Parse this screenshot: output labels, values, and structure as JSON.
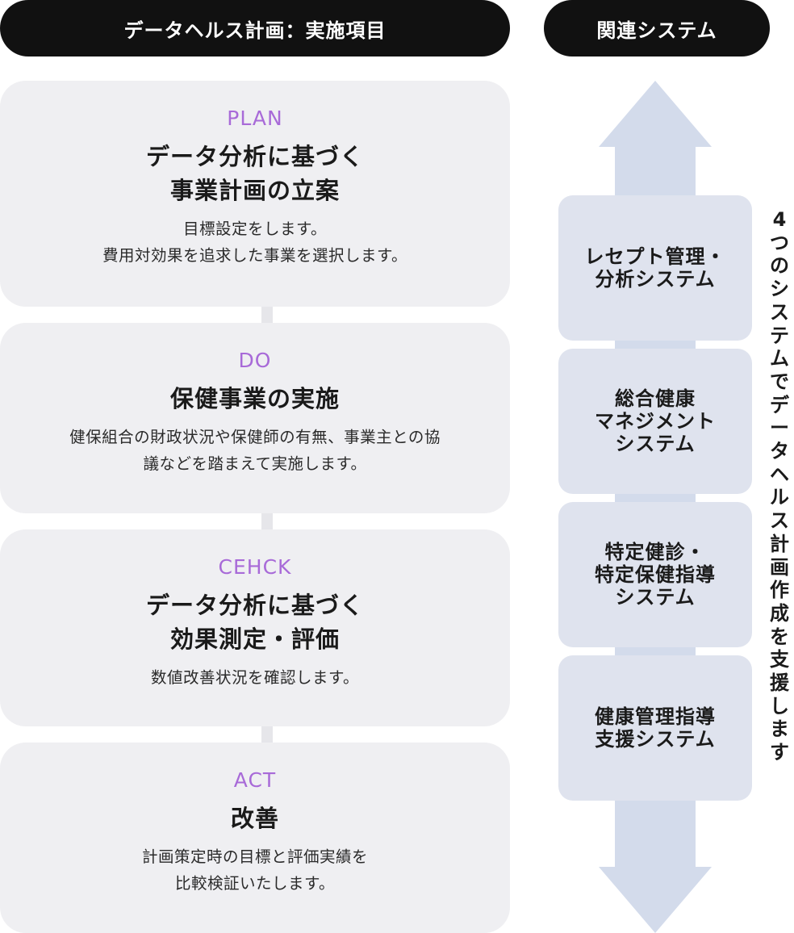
{
  "header": {
    "left_title": "データヘルス計画：実施項目",
    "right_title": "関連システム"
  },
  "cards": [
    {
      "phase": "PLAN",
      "title": "データ分析に基づく\n事業計画の立案",
      "description": "目標設定をします。\n費用対効果を追求した事業を選択します。"
    },
    {
      "phase": "DO",
      "title": "保健事業の実施",
      "description": "健保組合の財政状況や保健師の有無、事業主との協\n議などを踏まえて実施します。"
    },
    {
      "phase": "CEHCK",
      "title": "データ分析に基づく\n効果測定・評価",
      "description": "数値改善状況を確認します。"
    },
    {
      "phase": "ACT",
      "title": "改善",
      "description": "計画策定時の目標と評価実績を\n比較検証いたします。"
    }
  ],
  "systems": [
    {
      "label": "レセプト管理・\n分析システム"
    },
    {
      "label": "総合健康\nマネジメント\nシステム"
    },
    {
      "label": "特定健診・\n特定保健指導\nシステム"
    },
    {
      "label": "健康管理指導\n支援システム"
    }
  ],
  "side_note": "4つのシステムでデータヘルス計画作成を支援します",
  "colors": {
    "phase_label": "#a86ad8",
    "card_bg": "#efeff2",
    "system_box_bg": "#dfe3ee",
    "arrow": "#d3dbeb",
    "header_pill": "#111111"
  }
}
